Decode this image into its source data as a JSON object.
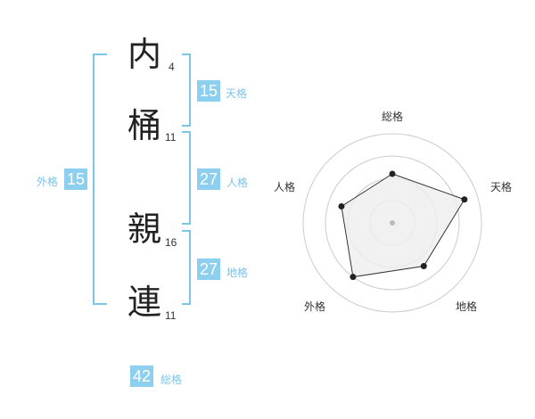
{
  "name_chars": [
    {
      "char": "内",
      "strokes": "4"
    },
    {
      "char": "桶",
      "strokes": "11"
    },
    {
      "char": "親",
      "strokes": "16"
    },
    {
      "char": "連",
      "strokes": "11"
    }
  ],
  "fortunes": {
    "tenkaku": {
      "value": "15",
      "label": "天格"
    },
    "jinkaku": {
      "value": "27",
      "label": "人格"
    },
    "chikaku": {
      "value": "27",
      "label": "地格"
    },
    "gaikaku": {
      "value": "15",
      "label": "外格"
    },
    "soukaku": {
      "value": "42",
      "label": "総格"
    }
  },
  "radar": {
    "axes": [
      "総格",
      "天格",
      "地格",
      "外格",
      "人格"
    ],
    "values": [
      0.55,
      0.85,
      0.6,
      0.75,
      0.6
    ],
    "colors": {
      "grid": "#cccccc",
      "fill": "#eeeeee",
      "line": "#333333",
      "point": "#222222",
      "center": "#bbbbbb"
    }
  },
  "colors": {
    "accent": "#8ccfee",
    "label": "#7cc4ea"
  }
}
